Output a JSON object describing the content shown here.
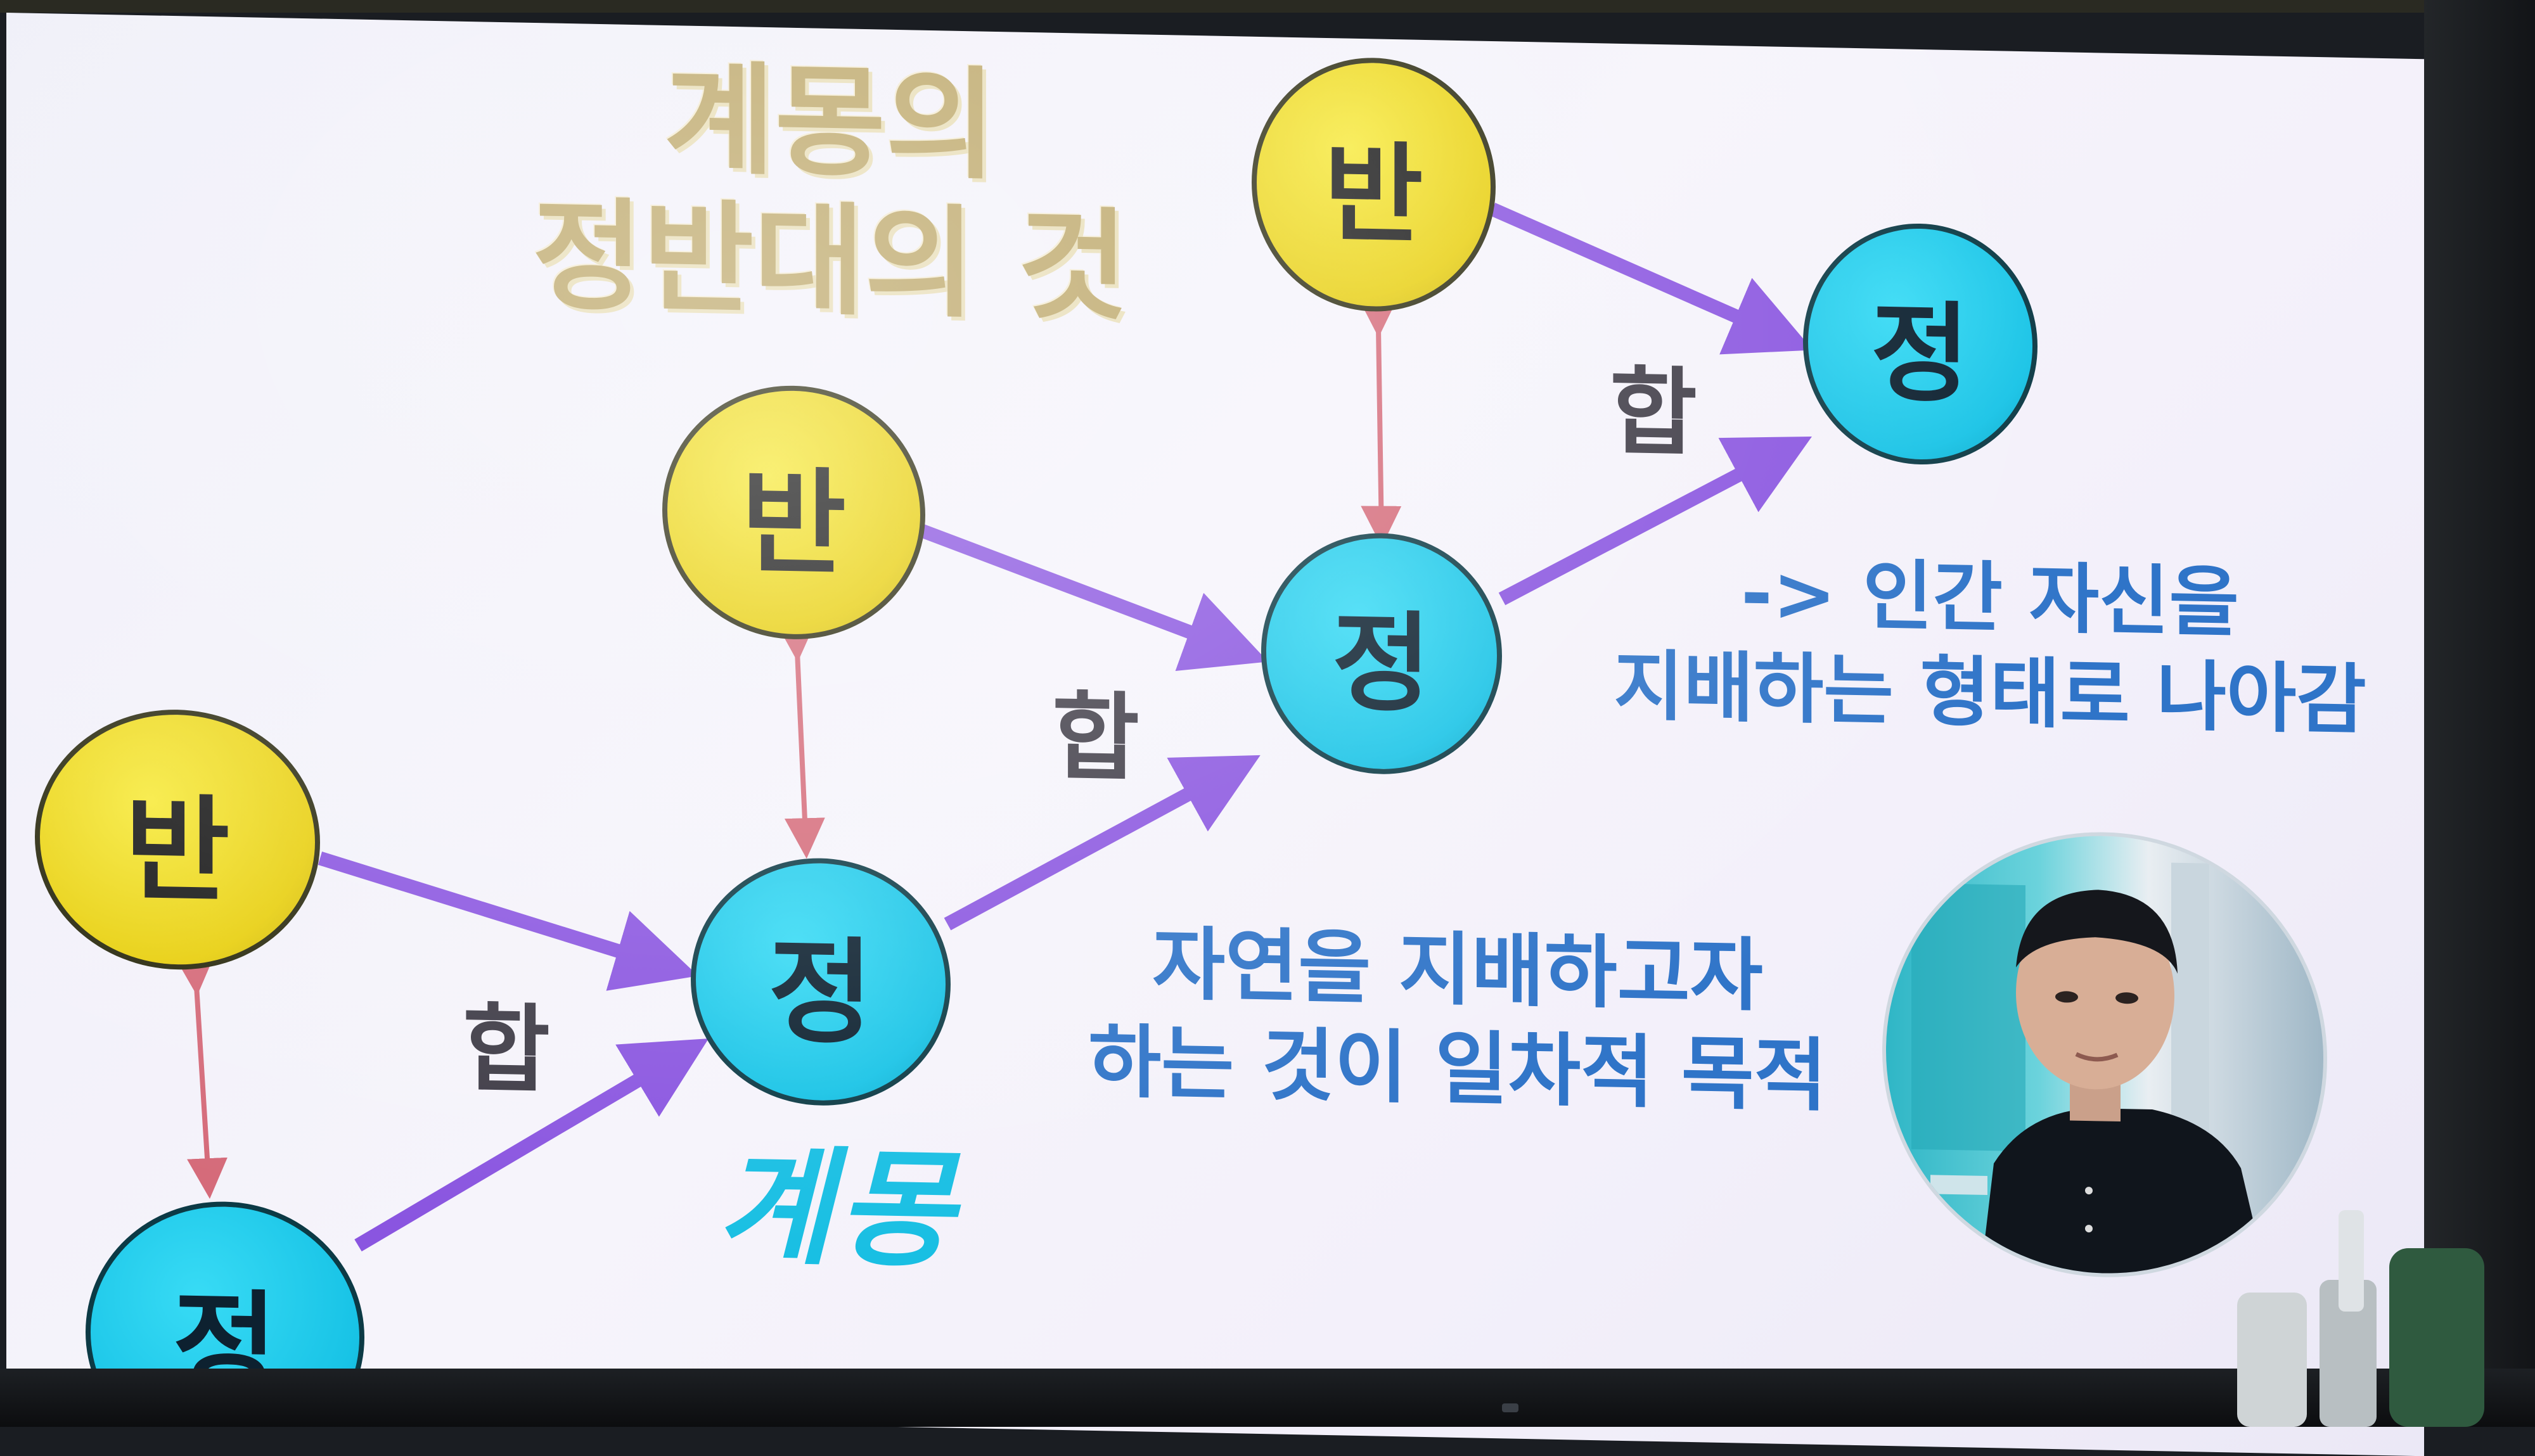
{
  "headline": {
    "line1": "계몽의",
    "line2": "정반대의 것"
  },
  "diagram": {
    "antithesis_label": "반",
    "thesis_label": "정",
    "synthesis_label": "합",
    "first_stage_label": "계몽"
  },
  "annotations": {
    "right_line1": "-> 인간 자신을",
    "right_line2": "지배하는 형태로 나아감",
    "center_line1": "자연을 지배하고자",
    "center_line2": "하는 것이 일차적 목적"
  },
  "colors": {
    "ban_node": "#e8cf0f",
    "jeong_node": "#18c3e6",
    "arrow": "#8a55e0",
    "double_arrow": "#d56b7a",
    "headline": "#b9a260",
    "annotation_text": "#2f74c8",
    "gyemong_text": "#19bfe3"
  }
}
